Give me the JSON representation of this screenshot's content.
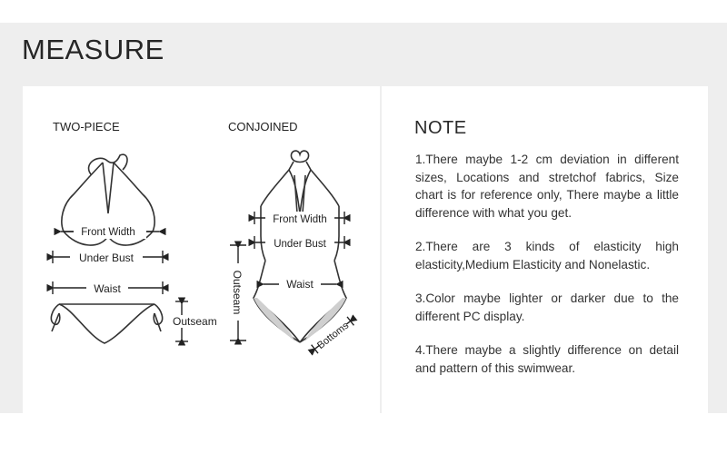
{
  "header": {
    "title": "MEASURE"
  },
  "diagrams": {
    "two_piece": {
      "heading": "TWO-PIECE",
      "front_width": "Front  Width",
      "under_bust": "Under  Bust",
      "waist": "Waist",
      "outseam": "Outseam"
    },
    "conjoined": {
      "heading": "CONJOINED",
      "front_width": "Front  Width",
      "under_bust": "Under  Bust",
      "waist": "Waist",
      "outseam": "Outseam",
      "bottoms": "Bottoms"
    }
  },
  "notes": {
    "heading": "NOTE",
    "items": [
      "1.There maybe 1-2 cm deviation in different sizes, Locations and stretchof fabrics, Size chart is for reference only, There maybe a little difference with what you get.",
      "2.There are 3 kinds of elasticity high elasticity,Medium Elasticity and Nonelastic.",
      "3.Color maybe lighter or darker due to the different PC display.",
      "4.There maybe a slightly difference on detail and pattern of this swimwear."
    ]
  },
  "colors": {
    "frame": "#eeeeee",
    "panel": "#ffffff",
    "text": "#222222",
    "line_art": "#333333",
    "fill_accent": "#cfcfcf"
  }
}
